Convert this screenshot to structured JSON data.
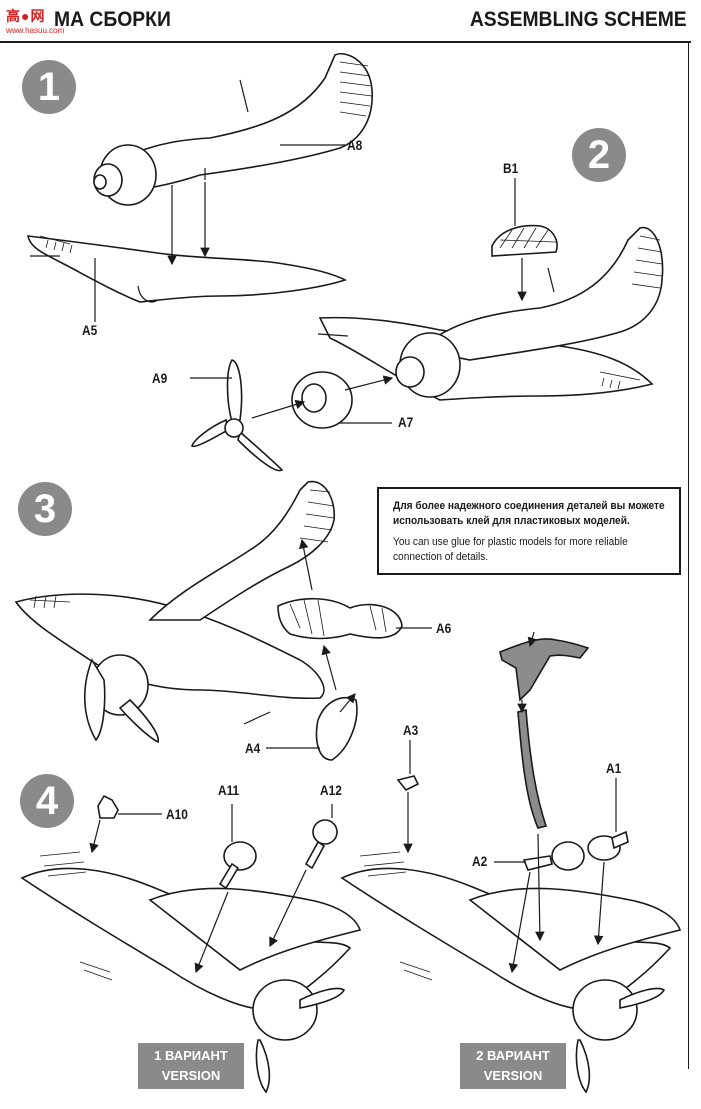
{
  "logo": {
    "chars": "高●网",
    "sub": "www.hasuu.com"
  },
  "header": {
    "title_ru": "МА СБОРКИ",
    "title_en": "ASSEMBLING SCHEME"
  },
  "steps": [
    "1",
    "2",
    "3",
    "4"
  ],
  "part_labels": {
    "a8": "A8",
    "a5": "A5",
    "b1": "B1",
    "a9": "A9",
    "a7": "A7",
    "a6": "A6",
    "a4": "A4",
    "a3": "A3",
    "a1": "A1",
    "a10": "A10",
    "a11": "A11",
    "a12": "A12",
    "a2": "A2"
  },
  "note": {
    "ru": "Для более надежного соединения деталей вы можете использовать клей для пластиковых моделей.",
    "en": "You can use glue for plastic models for more reliable connection of details."
  },
  "variants": [
    {
      "line1": "1 ВАРИАНТ",
      "line2": "VERSION"
    },
    {
      "line1": "2 ВАРИАНТ",
      "line2": "VERSION"
    }
  ],
  "colors": {
    "step_badge": "#8a8a8a",
    "ink": "#1a1a1a",
    "part_grey": "#8c8c8c",
    "logo_red": "#d42020"
  }
}
